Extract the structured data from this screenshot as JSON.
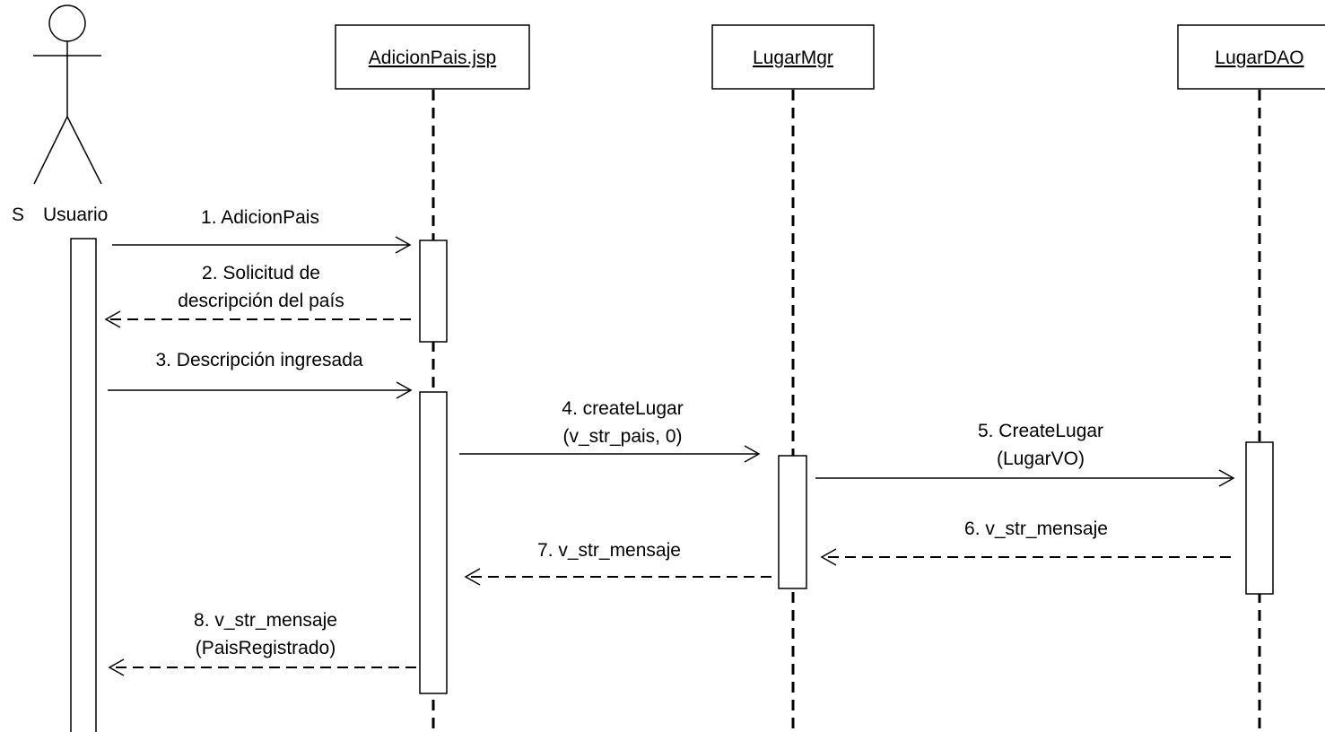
{
  "actor": {
    "name": "Usuario",
    "clipped_char": "S"
  },
  "objects": [
    {
      "id": "jsp",
      "label": "AdicionPais.jsp"
    },
    {
      "id": "mgr",
      "label": "LugarMgr"
    },
    {
      "id": "dao",
      "label": "LugarDAO"
    }
  ],
  "messages": [
    {
      "n": 1,
      "lines": [
        "1. AdicionPais"
      ],
      "kind": "call"
    },
    {
      "n": 2,
      "lines": [
        "2. Solicitud de",
        "descripción del país"
      ],
      "kind": "return"
    },
    {
      "n": 3,
      "lines": [
        "3. Descripción ingresada"
      ],
      "kind": "call"
    },
    {
      "n": 4,
      "lines": [
        "4. createLugar",
        "(v_str_pais, 0)"
      ],
      "kind": "call"
    },
    {
      "n": 5,
      "lines": [
        "5. CreateLugar",
        "(LugarVO)"
      ],
      "kind": "call"
    },
    {
      "n": 6,
      "lines": [
        "6. v_str_mensaje"
      ],
      "kind": "return"
    },
    {
      "n": 7,
      "lines": [
        "7. v_str_mensaje"
      ],
      "kind": "return"
    },
    {
      "n": 8,
      "lines": [
        "8. v_str_mensaje",
        "(PaisRegistrado)"
      ],
      "kind": "return"
    }
  ]
}
